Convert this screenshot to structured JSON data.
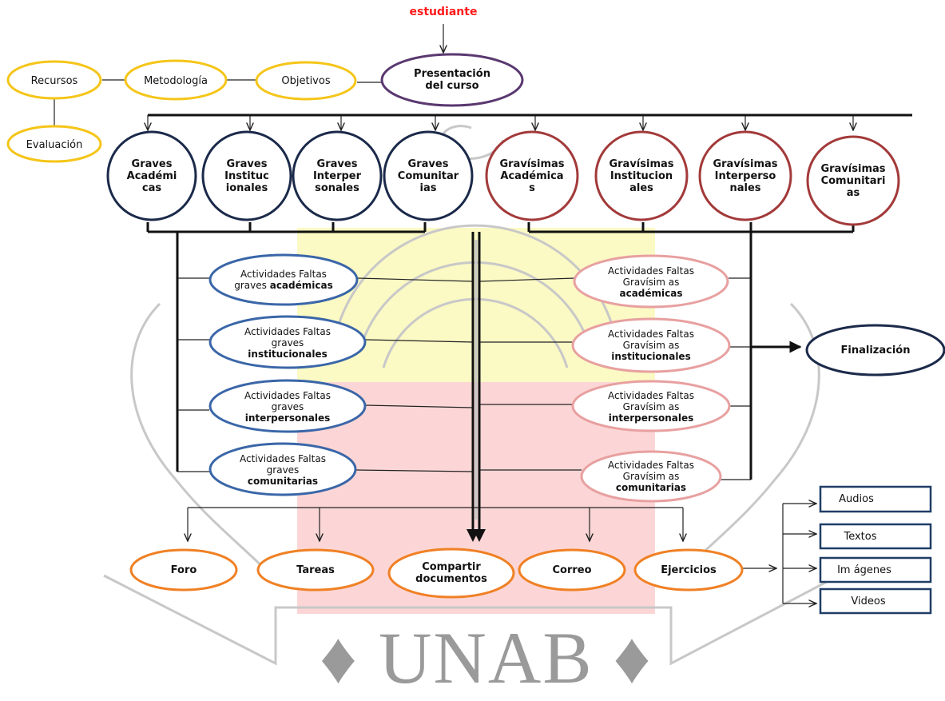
{
  "colors": {
    "navy": "#1b2a4a",
    "maroon": "#a33a3a",
    "orange": "#f08024",
    "yellow": "#f5c518",
    "blue": "#3a66a8",
    "pink": "#e8a0a0",
    "box": "#1f3d66"
  },
  "watermark": {
    "text": "♦ UNAB ♦"
  },
  "top": {
    "student": "estudiante",
    "presentation": "Presentación\ndel curso"
  },
  "course": {
    "objetivos": "Objetivos",
    "metodologia": "Metodología",
    "recursos": "Recursos",
    "evaluacion": "Evaluación"
  },
  "categories": [
    {
      "text": "Graves\nAcadémi\ncas"
    },
    {
      "text": "Graves\nInstituc\nionales"
    },
    {
      "text": "Graves\nInterper\nsonales"
    },
    {
      "text": "Graves\nComunitar\nias"
    },
    {
      "text": "Gravísimas\nAcadémica\ns"
    },
    {
      "text": "Gravísimas\nInstitucion\nales"
    },
    {
      "text": "Gravísimas\nInterperso\nnales"
    },
    {
      "text": "Gravísimas\nComunitari\nas"
    }
  ],
  "activities": {
    "graves": [
      {
        "lead": "Actividades Faltas\ngraves ",
        "bold": "académicas"
      },
      {
        "lead": "Actividades Faltas\ngraves\n",
        "bold": "institucionales"
      },
      {
        "lead": "Actividades Faltas\ngraves\n",
        "bold": "interpersonales"
      },
      {
        "lead": "Actividades Faltas\ngraves\n",
        "bold": "comunitarias"
      }
    ],
    "gravisimas": [
      {
        "lead": "Actividades Faltas\nGravísim as\n",
        "bold": "académicas"
      },
      {
        "lead": "Actividades Faltas\nGravísim as\n",
        "bold": "institucionales"
      },
      {
        "lead": "Actividades Faltas\nGravísim as\n",
        "bold": "interpersonales"
      },
      {
        "lead": "Actividades Faltas\nGravísim as\n",
        "bold": "comunitarias"
      }
    ]
  },
  "finalizacion": "Finalización",
  "tools": [
    "Foro",
    "Tareas",
    "Compartir\ndocumentos",
    "Correo",
    "Ejercicios"
  ],
  "resources": [
    "Audios",
    "Textos",
    "Im ágenes",
    "Videos"
  ]
}
